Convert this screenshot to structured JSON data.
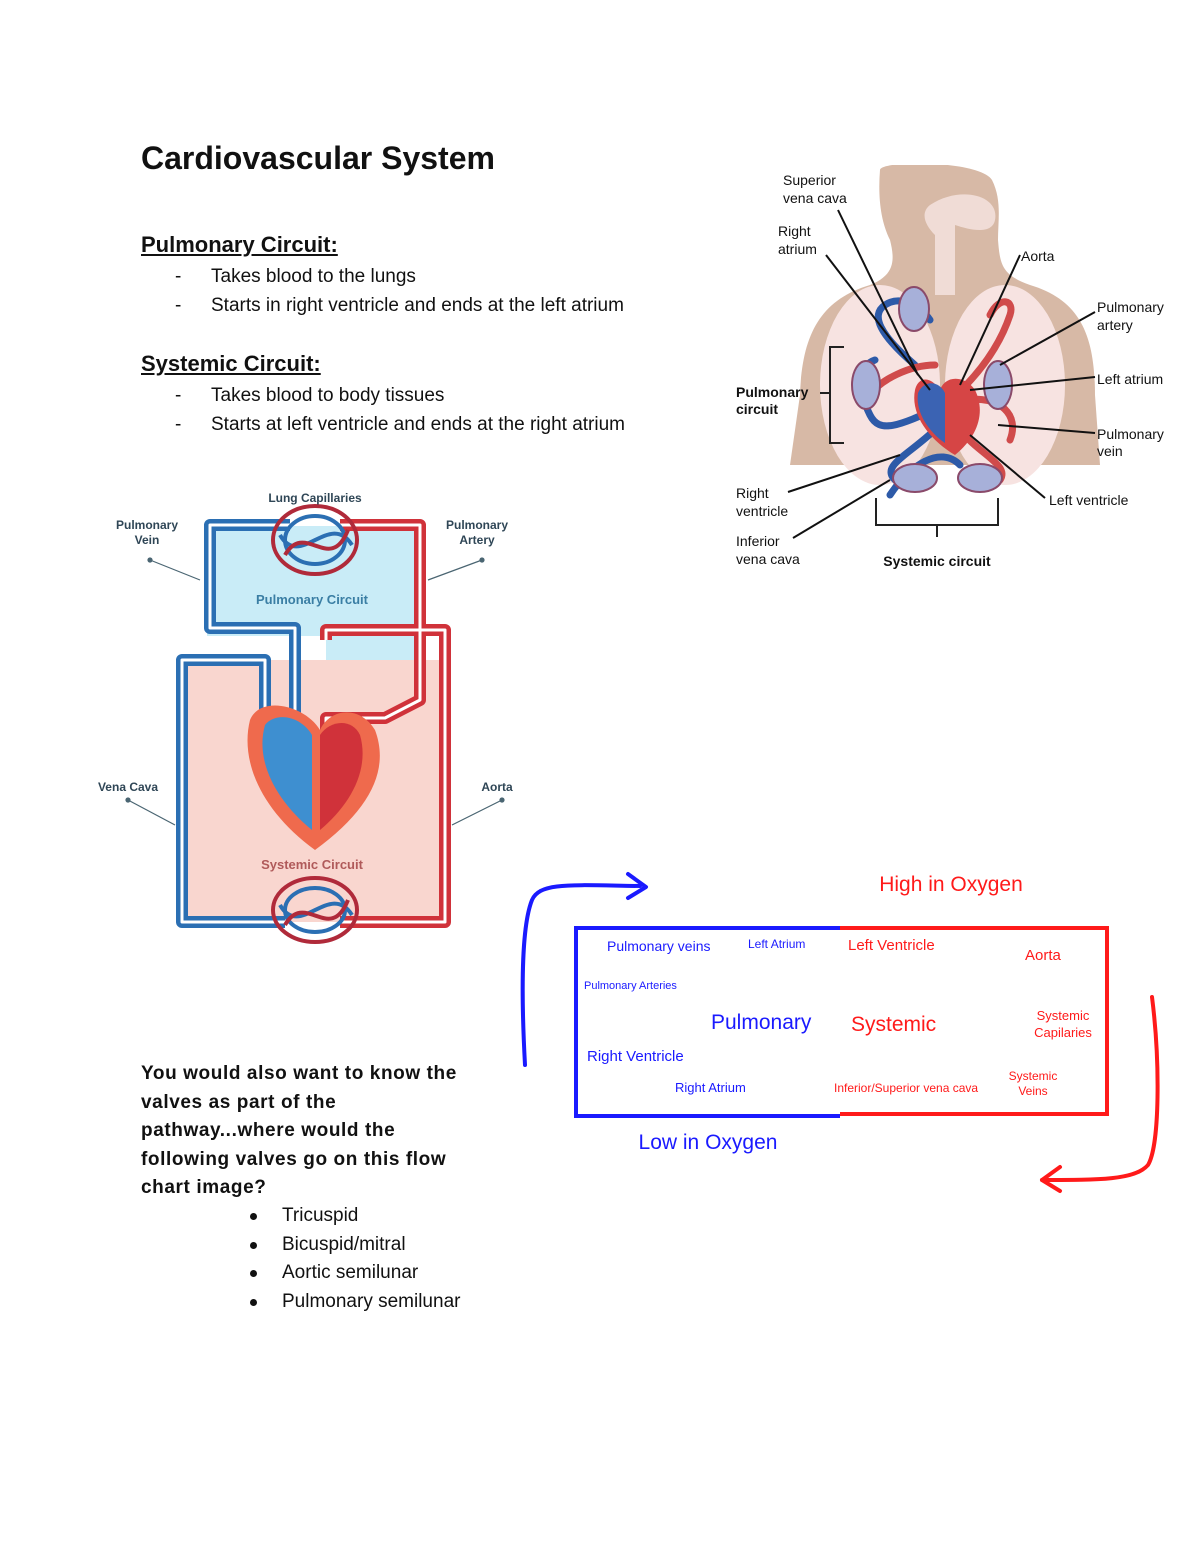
{
  "title": "Cardiovascular System",
  "pulmonary": {
    "heading": "Pulmonary Circuit:",
    "points": [
      "Takes blood to the lungs",
      "Starts in right ventricle and ends at the left atrium"
    ]
  },
  "systemic": {
    "heading": "Systemic Circuit:",
    "points": [
      "Takes blood to body tissues",
      "Starts at left ventricle and ends at the right atrium"
    ]
  },
  "heart_diagram": {
    "lung_capillaries": "Lung Capillaries",
    "pulmonary_vein": [
      "Pulmonary",
      "Vein"
    ],
    "pulmonary_artery": [
      "Pulmonary",
      "Artery"
    ],
    "pulmonary_circuit": "Pulmonary Circuit",
    "vena_cava": "Vena Cava",
    "aorta": "Aorta",
    "systemic_circuit": "Systemic Circuit"
  },
  "body_diagram": {
    "superior_vena_cava": [
      "Superior",
      "vena cava"
    ],
    "right_atrium": [
      "Right",
      "atrium"
    ],
    "aorta": "Aorta",
    "pulmonary_artery": [
      "Pulmonary",
      "artery"
    ],
    "left_atrium": "Left atrium",
    "pulmonary_vein": [
      "Pulmonary",
      "vein"
    ],
    "pulmonary_circuit": [
      "Pulmonary",
      "circuit"
    ],
    "right_ventricle": [
      "Right",
      "ventricle"
    ],
    "inferior_vena_cava": [
      "Inferior",
      "vena cava"
    ],
    "left_ventricle": "Left ventricle",
    "systemic_circuit": "Systemic circuit"
  },
  "flow_chart": {
    "high_label": "High in Oxygen",
    "low_label": "Low in Oxygen",
    "pulmonary_veins": "Pulmonary veins",
    "left_atrium": "Left Atrium",
    "left_ventricle": "Left Ventricle",
    "aorta": "Aorta",
    "pulmonary_arteries": "Pulmonary Arteries",
    "pulmonary": "Pulmonary",
    "systemic": "Systemic",
    "systemic_capillaries": [
      "Systemic",
      "Capilaries"
    ],
    "right_ventricle": "Right Ventricle",
    "right_atrium": "Right Atrium",
    "vena_cava": "Inferior/Superior vena cava",
    "systemic_veins": [
      "Systemic",
      "Veins"
    ],
    "colors": {
      "blue": "#1a1aff",
      "red": "#ff1a1a"
    }
  },
  "question": "You would also want to know the valves as part of the pathway...where would the following valves go on this flow chart image?",
  "valves": [
    "Tricuspid",
    "Bicuspid/mitral",
    "Aortic semilunar",
    "Pulmonary semilunar"
  ]
}
